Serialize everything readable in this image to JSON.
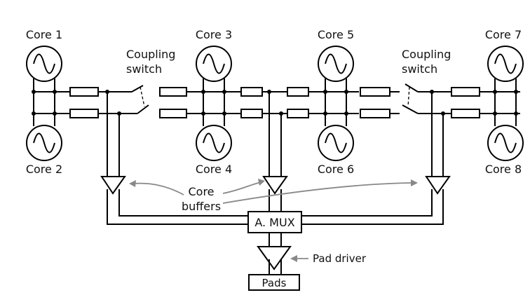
{
  "cores": {
    "core1": "Core 1",
    "core2": "Core 2",
    "core3": "Core 3",
    "core4": "Core 4",
    "core5": "Core 5",
    "core6": "Core 6",
    "core7": "Core 7",
    "core8": "Core 8"
  },
  "coupling_switch": {
    "left_line1": "Coupling",
    "left_line2": "switch",
    "right_line1": "Coupling",
    "right_line2": "switch"
  },
  "core_buffers": {
    "line1": "Core",
    "line2": "buffers"
  },
  "mux_label": "A. MUX",
  "pad_driver_label": "Pad driver",
  "pads_label": "Pads",
  "icons": {
    "source": "ac-source-icon",
    "resistor": "resistor-icon",
    "buffer": "buffer-triangle-icon",
    "switch": "switch-icon"
  }
}
